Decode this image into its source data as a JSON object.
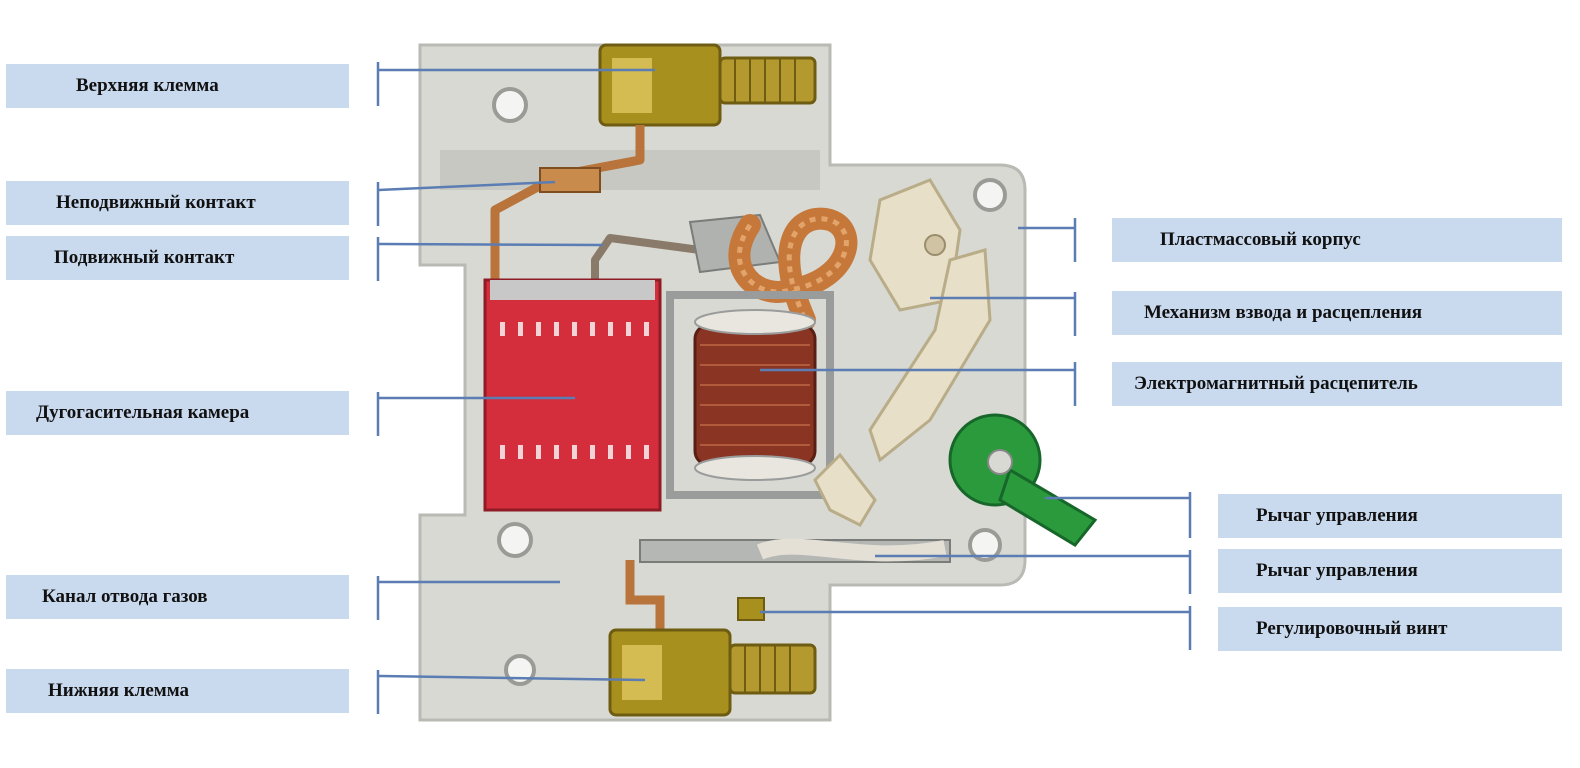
{
  "colors": {
    "label_background": "#c9d9ee",
    "leader_line": "#5b7db3",
    "housing": "#d8d9d3",
    "arc_chute": "#d42d3c",
    "coil": "#8a3524",
    "lever": "#2a9a3c",
    "terminal": "#a8901f"
  },
  "labels_left": [
    {
      "id": "upper-terminal",
      "text": "Верхняя клемма"
    },
    {
      "id": "fixed-contact",
      "text": "Неподвижный контакт"
    },
    {
      "id": "moving-contact",
      "text": "Подвижный контакт"
    },
    {
      "id": "arc-chamber",
      "text": "Дугогасительная камера"
    },
    {
      "id": "gas-channel",
      "text": "Канал отвода газов"
    },
    {
      "id": "lower-terminal",
      "text": "Нижняя клемма"
    }
  ],
  "labels_right": [
    {
      "id": "plastic-housing",
      "text": "Пластмассовый корпус"
    },
    {
      "id": "trip-mechanism",
      "text": "Механизм взвода и расцепления"
    },
    {
      "id": "electromagnetic-release",
      "text": "Электромагнитный расцепитель"
    },
    {
      "id": "control-lever-1",
      "text": "Рычаг управления"
    },
    {
      "id": "control-lever-2",
      "text": "Рычаг управления"
    },
    {
      "id": "adjusting-screw",
      "text": "Регулировочный винт"
    }
  ]
}
